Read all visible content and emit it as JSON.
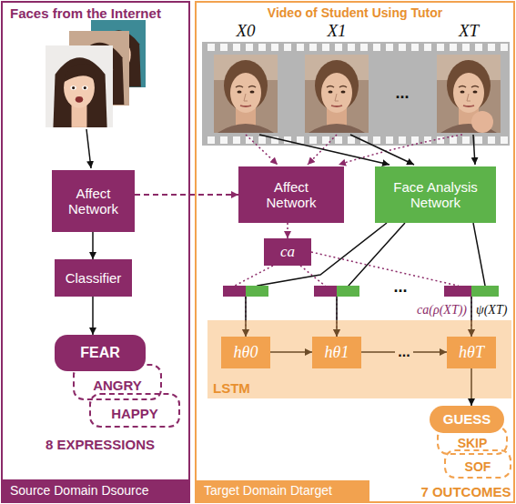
{
  "diagram": {
    "nodes": [
      {
        "text": [
          "Faces from the Internet"
        ]
      },
      {
        "text": [
          "Affect Network"
        ],
        "in": 0
      },
      {
        "text": [
          "Classifier"
        ],
        "in": 0
      },
      {
        "text": [
          "FEAR"
        ],
        "in": 0
      },
      {
        "text": [
          "ANGRY"
        ],
        "in": 0
      },
      {
        "text": [
          "HAPPY"
        ],
        "in": 0
      },
      {
        "text": [
          "Source Domain Dsource"
        ],
        "in": 0
      },
      {
        "text": [
          "Video of Student Using Tutor"
        ]
      },
      {
        "text": [
          "Affect Network"
        ],
        "in": 7
      },
      {
        "text": [
          "Face Analysis Network"
        ],
        "in": 7
      },
      {
        "text": [
          "ca"
        ],
        "in": 7
      },
      {
        "text": [
          "LSTM"
        ],
        "in": 7
      },
      {
        "text": [
          "hθ0"
        ],
        "in": 11
      },
      {
        "text": [
          "hθ1"
        ],
        "in": 11
      },
      {
        "text": [
          "hθT"
        ],
        "in": 11
      },
      {
        "text": [
          "GUESS"
        ],
        "in": 7
      },
      {
        "text": [
          "SKIP"
        ],
        "in": 7
      },
      {
        "text": [
          "SOF"
        ],
        "in": 7
      },
      {
        "text": [
          "Target Domain Dtarget"
        ],
        "in": 7
      }
    ],
    "edges": [
      {
        "from": 1,
        "to": 2,
        "arrow": "to"
      },
      {
        "from": 2,
        "to": 3,
        "arrow": "to"
      },
      {
        "from": 1,
        "to": 8,
        "arrow": "to"
      },
      {
        "from": 8,
        "to": 10,
        "arrow": "to"
      },
      {
        "from": 10,
        "to": 12,
        "arrow": "to"
      },
      {
        "from": 10,
        "to": 13,
        "arrow": "to"
      },
      {
        "from": 10,
        "to": 14,
        "arrow": "to"
      },
      {
        "from": 9,
        "to": 12,
        "arrow": "to"
      },
      {
        "from": 9,
        "to": 13,
        "arrow": "to"
      },
      {
        "from": 9,
        "to": 14,
        "arrow": "to"
      },
      {
        "from": 12,
        "to": 13,
        "arrow": "to"
      },
      {
        "from": 13,
        "to": 14,
        "label": "...",
        "arrow": "to"
      },
      {
        "from": 14,
        "to": 15,
        "arrow": "to"
      }
    ],
    "labels": [
      "8 EXPRESSIONS",
      "X0",
      "X1",
      "XT",
      "...",
      "...",
      "ca(ρ(XT))",
      "ψ(XT)",
      "7 OUTCOMES"
    ]
  }
}
